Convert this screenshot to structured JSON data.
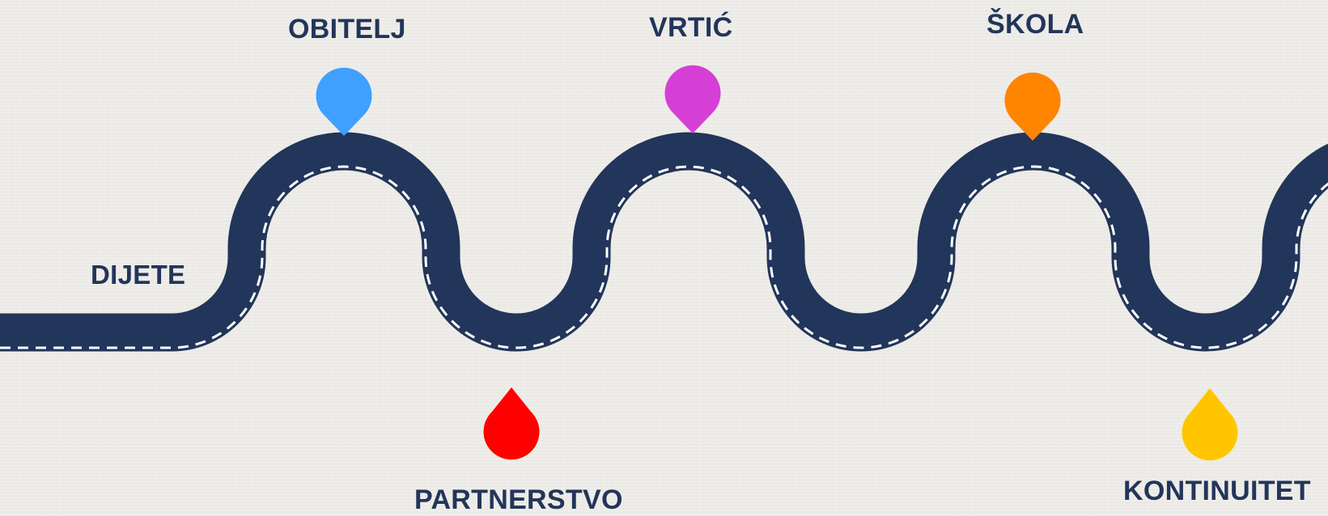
{
  "labels": {
    "start": "DIJETE",
    "top": [
      "OBITELJ",
      "VRTIĆ",
      "ŠKOLA"
    ],
    "bottom": [
      "PARTNERSTVO",
      "KONTINUITET"
    ]
  },
  "colors": {
    "road": "#22355a",
    "road_marking": "#ffffff",
    "background": "#efede9",
    "pin_obitelj": "#3fa0ff",
    "pin_vrtic": "#d63fd6",
    "pin_skola": "#ff8400",
    "pin_partnerstvo": "#ff0000",
    "pin_kontinuitet": "#ffc600"
  },
  "icons": [
    "map-pin-icon"
  ]
}
